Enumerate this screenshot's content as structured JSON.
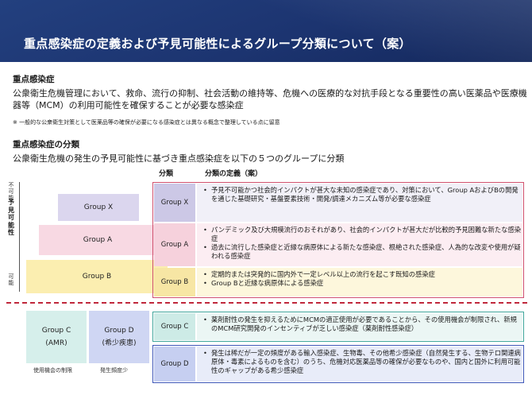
{
  "header": {
    "title": "重点感染症の定義および予見可能性によるグループ分類について（案）",
    "bg_color": "#1c3470"
  },
  "section1": {
    "title": "重点感染症",
    "body": "公衆衛生危機管理において、救命、流行の抑制、社会活動の維持等、危機への医療的な対抗手段となる重要性の高い医薬品や医療機器等（MCM）の利用可能性を確保することが必要な感染症",
    "note": "※ 一般的な公衆衛生対策として医薬品等の確保が必要になる感染症とは異なる概念で整理している点に留意"
  },
  "section2": {
    "title": "重点感染症の分類",
    "body": "公衆衛生危機の発生の予見可能性に基づき重点感染症を以下の５つのグループに分類"
  },
  "table_headers": {
    "group": "分類",
    "definition": "分類の定義（案）"
  },
  "axis": {
    "top": "不可能",
    "middle": "予見可能性",
    "bottom": "可能"
  },
  "pyramid": {
    "x": "Group X",
    "a": "Group A",
    "b": "Group B"
  },
  "lower_boxes": {
    "c_line1": "Group C",
    "c_line2": "(AMR)",
    "d_line1": "Group D",
    "d_line2": "(希少疾患)",
    "c_caption": "使用機会の制限",
    "d_caption": "発生頻度少"
  },
  "groups": [
    {
      "label": "Group X",
      "color": "#ccc8e6",
      "definitions": [
        "予見不可能かつ社会的インパクトが甚大な未知の感染症であり、対策において、Group AおよびBの開発を通じた基礎研究・基盤要素技術・開発/調達メカニズム等が必要な感染症"
      ]
    },
    {
      "label": "Group A",
      "color": "#f6d1dc",
      "definitions": [
        "パンデミック及び大規模流行のおそれがあり、社会的インパクトが甚大だが比較的予見困難な新たな感染症",
        "過去に流行した感染症と近縁な病原体による新たな感染症、根絶された感染症、人為的な改変や使用が疑われる感染症"
      ]
    },
    {
      "label": "Group B",
      "color": "#f7e6a4",
      "definitions": [
        "定期的または突発的に国内外で一定レベル以上の流行を起こす既知の感染症",
        "Group Bと近縁な病原体による感染症"
      ]
    },
    {
      "label": "Group C",
      "color": "#cdebe6",
      "definitions": [
        "薬剤耐性の発生を抑えるためにMCMの適正使用が必要であることから、その使用機会が制限され、新規のMCM研究開発のインセンティブが乏しい感染症（薬剤耐性感染症）"
      ]
    },
    {
      "label": "Group D",
      "color": "#c6cff1",
      "definitions": [
        "発生は稀だが一定の頻度がある輸入感染症、生物毒、その他希少感染症（自然発生する、生物テロ関連病原体・毒素によるものを含む）のうち、危機対応医薬品等の確保が必要なものや、国内と国外に利用可能性のギャップがある希少感染症"
      ]
    }
  ]
}
